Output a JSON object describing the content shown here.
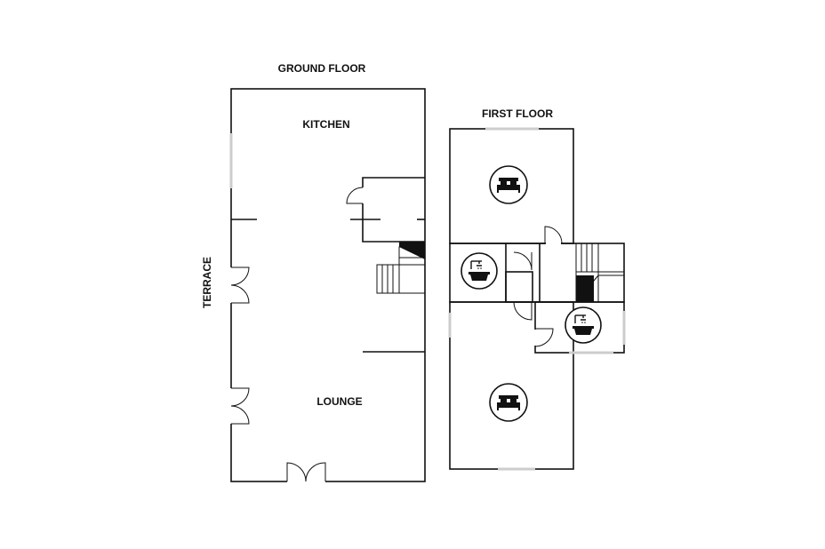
{
  "floors": {
    "ground": {
      "title": "GROUND FLOOR",
      "rooms": {
        "kitchen": "KITCHEN",
        "lounge": "LOUNGE"
      }
    },
    "first": {
      "title": "FIRST FLOOR"
    }
  },
  "outside": {
    "terrace": "TERRACE"
  },
  "icons": {
    "bedroom_top": "bed-icon",
    "bedroom_bottom": "bed-icon",
    "bathroom_left": "bath-shower-icon",
    "bathroom_right": "bath-shower-icon"
  },
  "colors": {
    "wall": "#111111",
    "window": "#cccccc",
    "background": "#ffffff"
  }
}
